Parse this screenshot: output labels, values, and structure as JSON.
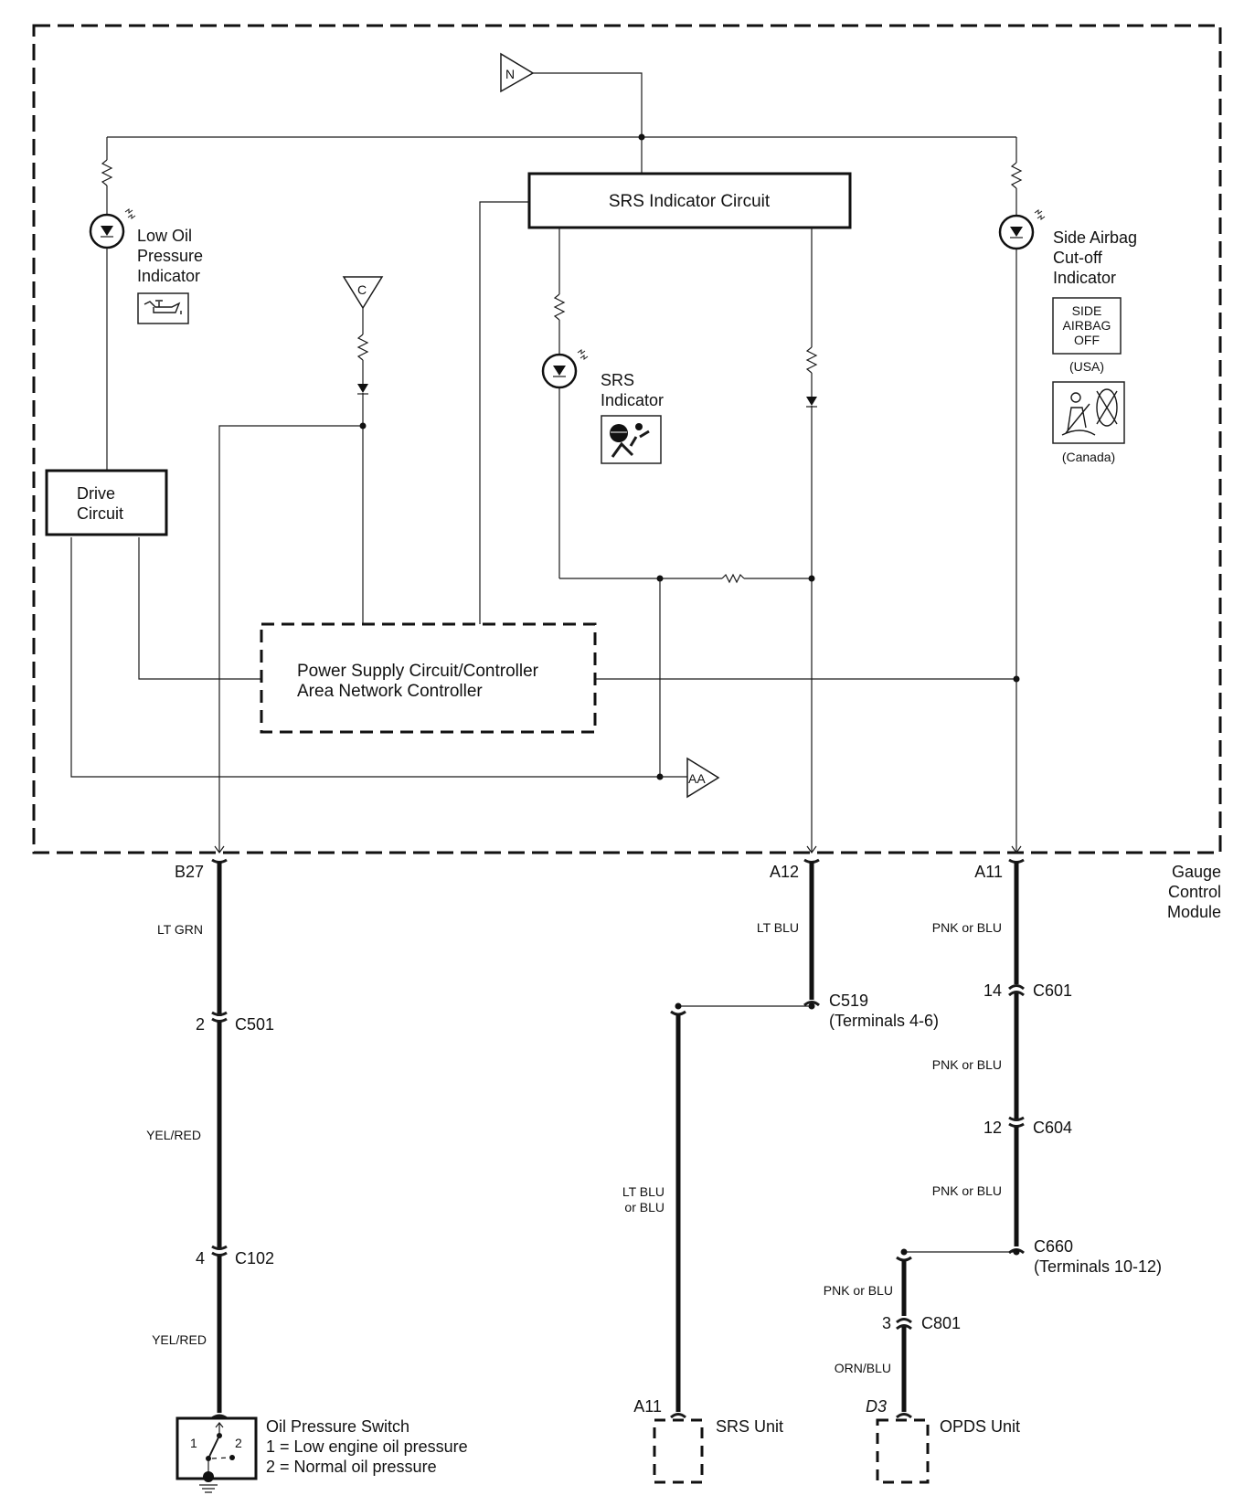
{
  "module": {
    "label_line1": "Gauge",
    "label_line2": "Control",
    "label_line3": "Module"
  },
  "connectors_offpage": {
    "n": "N",
    "c": "C",
    "aa": "AA"
  },
  "blocks": {
    "srs_indicator_circuit": "SRS Indicator Circuit",
    "drive_circuit_line1": "Drive",
    "drive_circuit_line2": "Circuit",
    "power_supply_line1": "Power Supply Circuit/Controller",
    "power_supply_line2": "Area Network Controller"
  },
  "indicators": {
    "low_oil": {
      "line1": "Low Oil",
      "line2": "Pressure",
      "line3": "Indicator",
      "icon": "oil-can-icon"
    },
    "srs": {
      "line1": "SRS",
      "line2": "Indicator",
      "icon": "airbag-icon"
    },
    "side_airbag": {
      "line1": "Side Airbag",
      "line2": "Cut-off",
      "line3": "Indicator",
      "usa_text1": "SIDE",
      "usa_text2": "AIRBAG",
      "usa_text3": "OFF",
      "usa_label": "(USA)",
      "canada_label": "(Canada)",
      "canada_icon": "seat-passenger-off-icon"
    }
  },
  "terminals": {
    "b27": "B27",
    "a12": "A12",
    "a11": "A11"
  },
  "left_circuit": {
    "wire1": "LT GRN",
    "c501_pin": "2",
    "c501": "C501",
    "wire2": "YEL/RED",
    "c102_pin": "4",
    "c102": "C102",
    "wire3": "YEL/RED",
    "switch_title": "Oil Pressure Switch",
    "switch_desc1": "1 = Low engine oil pressure",
    "switch_desc2": "2 = Normal oil pressure",
    "switch_pos1": "1",
    "switch_pos2": "2"
  },
  "middle_circuit": {
    "wire1": "LT BLU",
    "c519": "C519",
    "c519_terms": "(Terminals 4-6)",
    "wire2_line1": "LT BLU",
    "wire2_line2": "or BLU",
    "unit_pin": "A11",
    "unit": "SRS Unit"
  },
  "right_circuit": {
    "wire1": "PNK or BLU",
    "c601_pin": "14",
    "c601": "C601",
    "wire2": "PNK or BLU",
    "c604_pin": "12",
    "c604": "C604",
    "wire3": "PNK or BLU",
    "c660": "C660",
    "c660_terms": "(Terminals 10-12)",
    "wire4": "PNK or BLU",
    "c801_pin": "3",
    "c801": "C801",
    "wire5": "ORN/BLU",
    "unit_pin": "D3",
    "unit": "OPDS Unit"
  }
}
